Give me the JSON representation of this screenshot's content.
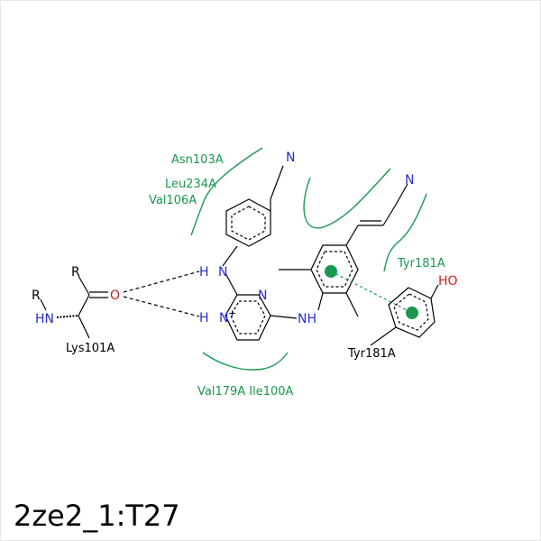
{
  "title": "2ze2_1:T27",
  "colors": {
    "residue": "#1a9850",
    "nitrogen": "#2a2ad4",
    "oxygen": "#d7191c",
    "bond": "#000000"
  },
  "residues": {
    "asn103": "Asn103A",
    "leu234": "Leu234A",
    "val106": "Val106A",
    "tyr181_arc": "Tyr181A",
    "tyr181_ring": "Tyr181A",
    "lys101": "Lys101A",
    "val179_ile100": "Val179A Ile100A"
  },
  "atoms": {
    "n_nitrile_top": "N",
    "n_nitrile_right": "N",
    "nh_upper_n": "N",
    "nh_upper_h": "H",
    "nh_lower_n": "N",
    "nh_lower_h": "H",
    "plus": "+",
    "pyr_n": "N",
    "nh_right": "NH",
    "carbonyl_o": "O",
    "r_top": "R",
    "r_left": "R",
    "hn": "HN",
    "ho": "HO"
  }
}
